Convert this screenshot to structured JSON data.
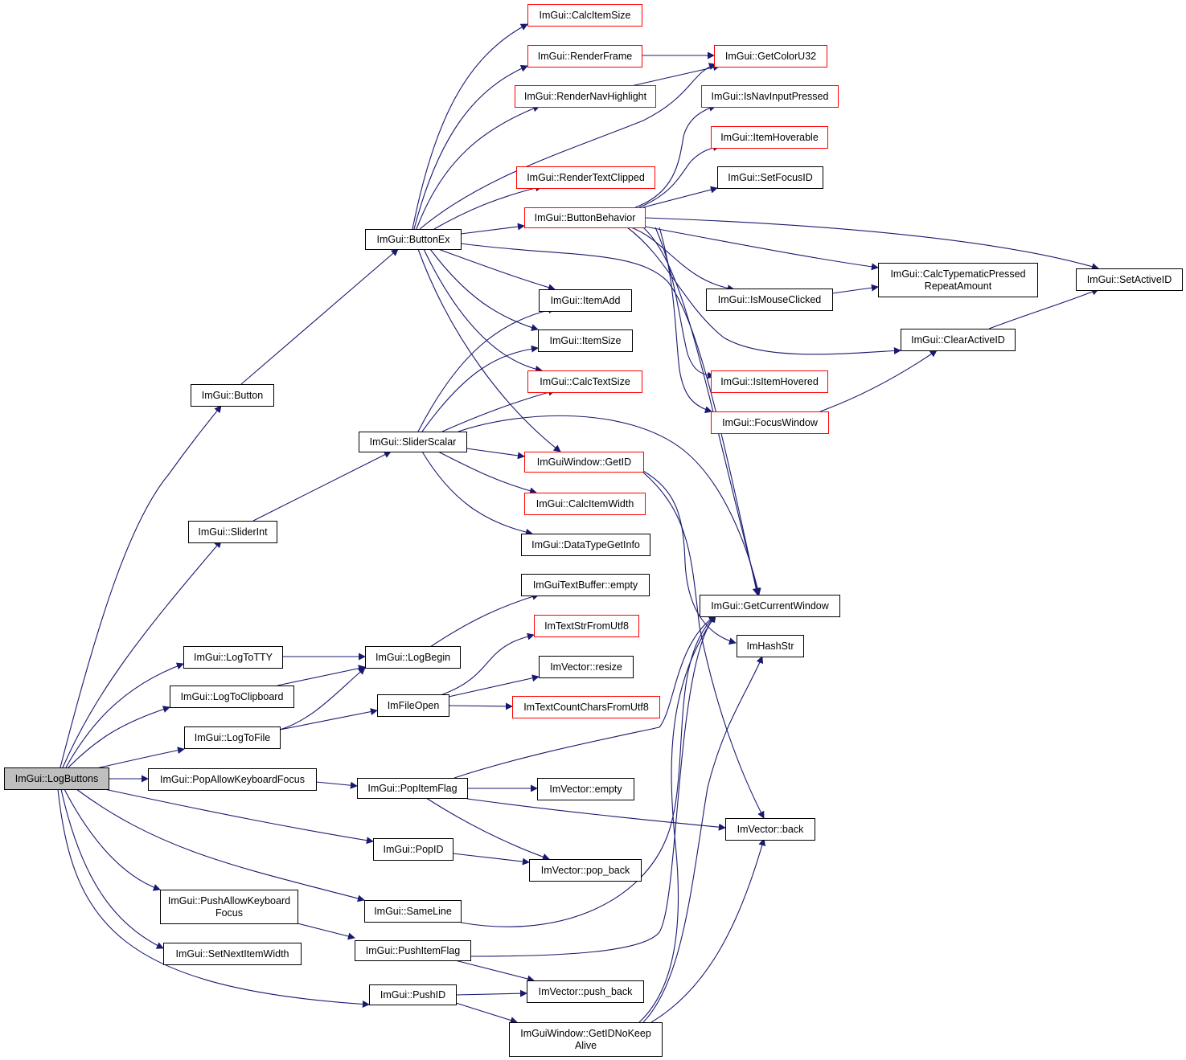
{
  "colors": {
    "edge": "#191970",
    "box_border": "#000000",
    "truncated_border": "#ff0000",
    "highlight_fill": "#bfbfbf",
    "box_fill": "#ffffff"
  },
  "nodes": {
    "logbuttons": {
      "lines": [
        "ImGui::LogButtons"
      ],
      "style": "highlight"
    },
    "button": {
      "lines": [
        "ImGui::Button"
      ],
      "style": "normal"
    },
    "sliderint": {
      "lines": [
        "ImGui::SliderInt"
      ],
      "style": "normal"
    },
    "logtotty": {
      "lines": [
        "ImGui::LogToTTY"
      ],
      "style": "normal"
    },
    "logtoclipboard": {
      "lines": [
        "ImGui::LogToClipboard"
      ],
      "style": "normal"
    },
    "logtofile": {
      "lines": [
        "ImGui::LogToFile"
      ],
      "style": "normal"
    },
    "popallowkbfocus": {
      "lines": [
        "ImGui::PopAllowKeyboardFocus"
      ],
      "style": "normal"
    },
    "pushallowkbfocus": {
      "lines": [
        "ImGui::PushAllowKeyboard",
        "Focus"
      ],
      "style": "normal"
    },
    "setnextitemwidth": {
      "lines": [
        "ImGui::SetNextItemWidth"
      ],
      "style": "normal"
    },
    "buttonex": {
      "lines": [
        "ImGui::ButtonEx"
      ],
      "style": "normal"
    },
    "sliderscalar": {
      "lines": [
        "ImGui::SliderScalar"
      ],
      "style": "normal"
    },
    "logbegin": {
      "lines": [
        "ImGui::LogBegin"
      ],
      "style": "normal"
    },
    "fileopen": {
      "lines": [
        "ImFileOpen"
      ],
      "style": "normal"
    },
    "popitemflag": {
      "lines": [
        "ImGui::PopItemFlag"
      ],
      "style": "normal"
    },
    "popid": {
      "lines": [
        "ImGui::PopID"
      ],
      "style": "normal"
    },
    "sameline": {
      "lines": [
        "ImGui::SameLine"
      ],
      "style": "normal"
    },
    "pushitemflag": {
      "lines": [
        "ImGui::PushItemFlag"
      ],
      "style": "normal"
    },
    "pushid": {
      "lines": [
        "ImGui::PushID"
      ],
      "style": "normal"
    },
    "calcitemsize": {
      "lines": [
        "ImGui::CalcItemSize"
      ],
      "style": "truncated"
    },
    "renderframe": {
      "lines": [
        "ImGui::RenderFrame"
      ],
      "style": "truncated"
    },
    "rendernavhighlight": {
      "lines": [
        "ImGui::RenderNavHighlight"
      ],
      "style": "truncated"
    },
    "rendertextclipped": {
      "lines": [
        "ImGui::RenderTextClipped"
      ],
      "style": "truncated"
    },
    "buttonbehavior": {
      "lines": [
        "ImGui::ButtonBehavior"
      ],
      "style": "truncated"
    },
    "itemadd": {
      "lines": [
        "ImGui::ItemAdd"
      ],
      "style": "normal"
    },
    "itemsize": {
      "lines": [
        "ImGui::ItemSize"
      ],
      "style": "normal"
    },
    "calctextsize": {
      "lines": [
        "ImGui::CalcTextSize"
      ],
      "style": "truncated"
    },
    "getid": {
      "lines": [
        "ImGuiWindow::GetID"
      ],
      "style": "truncated"
    },
    "calcitemwidth": {
      "lines": [
        "ImGui::CalcItemWidth"
      ],
      "style": "truncated"
    },
    "datatypegetinfo": {
      "lines": [
        "ImGui::DataTypeGetInfo"
      ],
      "style": "normal"
    },
    "textbufferempty": {
      "lines": [
        "ImGuiTextBuffer::empty"
      ],
      "style": "normal"
    },
    "textstrfromutf8": {
      "lines": [
        "ImTextStrFromUtf8"
      ],
      "style": "truncated"
    },
    "vectorresize": {
      "lines": [
        "ImVector::resize"
      ],
      "style": "normal"
    },
    "textcountcharsfromutf8": {
      "lines": [
        "ImTextCountCharsFromUtf8"
      ],
      "style": "truncated"
    },
    "vectorempty": {
      "lines": [
        "ImVector::empty"
      ],
      "style": "normal"
    },
    "popback": {
      "lines": [
        "ImVector::pop_back"
      ],
      "style": "normal"
    },
    "pushback": {
      "lines": [
        "ImVector::push_back"
      ],
      "style": "normal"
    },
    "getidnokeepalive": {
      "lines": [
        "ImGuiWindow::GetIDNoKeep",
        "Alive"
      ],
      "style": "normal"
    },
    "getcoloru32": {
      "lines": [
        "ImGui::GetColorU32"
      ],
      "style": "truncated"
    },
    "isnavinputpressed": {
      "lines": [
        "ImGui::IsNavInputPressed"
      ],
      "style": "truncated"
    },
    "itemhoverable": {
      "lines": [
        "ImGui::ItemHoverable"
      ],
      "style": "truncated"
    },
    "setfocusid": {
      "lines": [
        "ImGui::SetFocusID"
      ],
      "style": "normal"
    },
    "ismouseclicked": {
      "lines": [
        "ImGui::IsMouseClicked"
      ],
      "style": "normal"
    },
    "isitemhovered": {
      "lines": [
        "ImGui::IsItemHovered"
      ],
      "style": "truncated"
    },
    "focuswindow": {
      "lines": [
        "ImGui::FocusWindow"
      ],
      "style": "truncated"
    },
    "getcurrentwindow": {
      "lines": [
        "ImGui::GetCurrentWindow"
      ],
      "style": "normal"
    },
    "hashstr": {
      "lines": [
        "ImHashStr"
      ],
      "style": "normal"
    },
    "vectorback": {
      "lines": [
        "ImVector::back"
      ],
      "style": "normal"
    },
    "calctypematic": {
      "lines": [
        "ImGui::CalcTypematicPressed",
        "RepeatAmount"
      ],
      "style": "normal"
    },
    "clearactiveid": {
      "lines": [
        "ImGui::ClearActiveID"
      ],
      "style": "normal"
    },
    "setactiveid": {
      "lines": [
        "ImGui::SetActiveID"
      ],
      "style": "normal"
    }
  }
}
